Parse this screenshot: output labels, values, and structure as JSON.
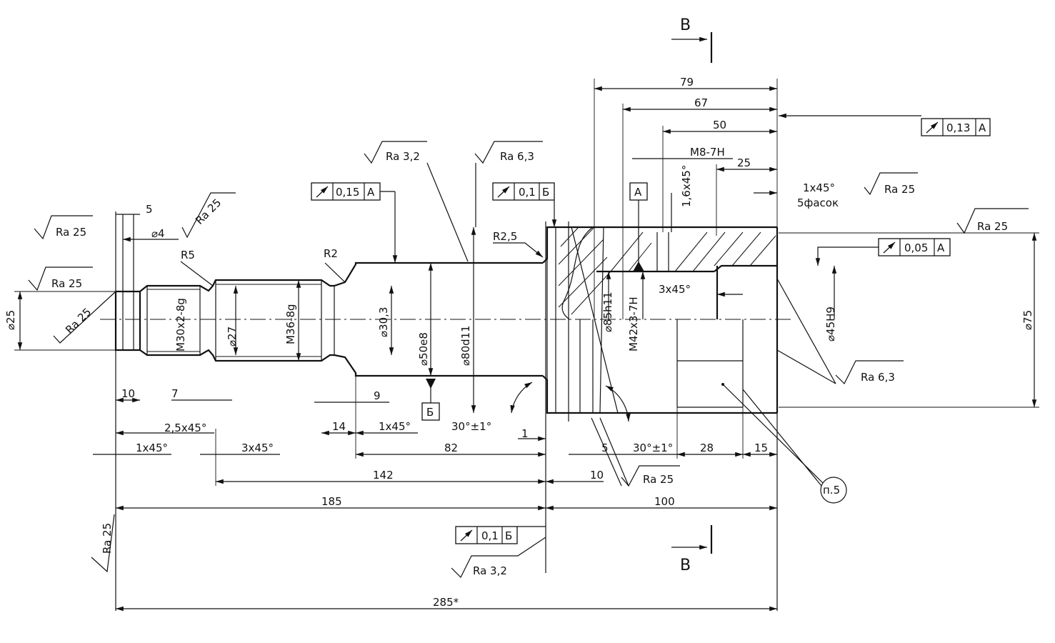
{
  "section_mark": "В",
  "dims": {
    "d79": "79",
    "d67": "67",
    "d50": "50",
    "d25tol": "25",
    "d5": "5",
    "d10": "10",
    "d7": "7",
    "d9": "9",
    "d14": "14",
    "d82": "82",
    "d142": "142",
    "d185": "185",
    "d100": "100",
    "d285": "285*",
    "d5b": "5",
    "d10b": "10",
    "d15": "15",
    "d28": "28",
    "d1": "1"
  },
  "diameters": {
    "phi4": "⌀4",
    "phi25": "⌀25",
    "m30": "M30x2-8g",
    "phi27": "⌀27",
    "m36": "M36-8g",
    "phi30_3": "⌀30,3",
    "phi50": "⌀50e8",
    "phi80": "⌀80d11",
    "phi85": "⌀85h11",
    "m42": "M42x3-7H",
    "phi45": "⌀45H9",
    "phi75": "⌀75"
  },
  "chamfers": {
    "c1": "1x45°",
    "c2": "2,5x45°",
    "c3": "1x45°",
    "c4": "3x45°",
    "c5": "1x45°",
    "c6": "3x45°",
    "c7": "1,6x45°",
    "c8": "1x45°",
    "c8b": "5фасок"
  },
  "radii": {
    "r5": "R5",
    "r2": "R2",
    "r25": "R2,5"
  },
  "thread": "M8-7H",
  "angles": {
    "a1": "30°±1°",
    "a2": "30°±1°"
  },
  "roughness": {
    "ra1": "Ra 25",
    "ra2": "Ra 25",
    "ra3": "Ra 25",
    "ra4": "Ra 25",
    "ra5": "Ra 3,2",
    "ra6": "Ra 6,3",
    "ra7": "Ra 25",
    "ra8": "Ra 25",
    "ra9": "Ra 6,3",
    "ra10": "Ra 25",
    "ra11": "Ra 3,2",
    "ra12": "Ra 25"
  },
  "tolerances": {
    "t1": {
      "value": "0,15",
      "datum": "А"
    },
    "t2": {
      "value": "0,1",
      "datum": "Б"
    },
    "t3": {
      "value": "0,13",
      "datum": "А"
    },
    "t4": {
      "value": "0,05",
      "datum": "А"
    },
    "t5": {
      "value": "0,1",
      "datum": "Б"
    }
  },
  "datums": {
    "a": "А",
    "b": "Б"
  },
  "item": "п.5"
}
